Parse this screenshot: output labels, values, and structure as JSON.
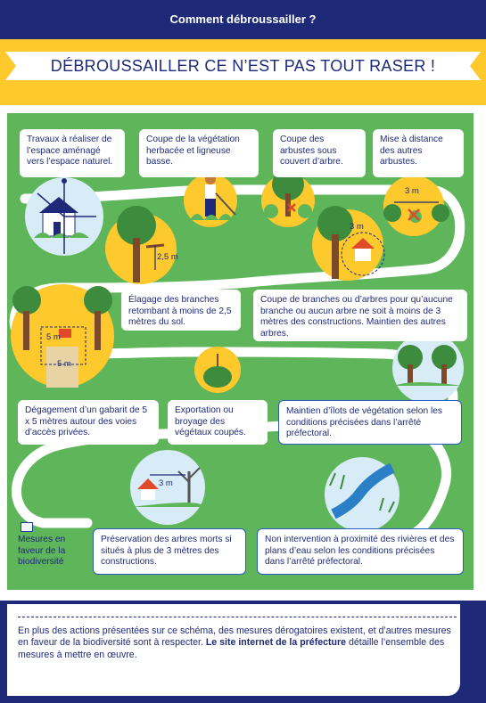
{
  "header": {
    "title": "Comment débroussailler ?"
  },
  "banner": {
    "text": "DÉBROUSSAILLER CE N’EST PAS TOUT RASER !"
  },
  "steps": {
    "s1": "Travaux à réaliser de l’espace aménagé vers l’espace naturel.",
    "s2": "Coupe de la végétation herbacée et ligneuse basse.",
    "s3": "Coupe des arbustes sous couvert d’arbre.",
    "s4": "Mise à distance des autres arbustes.",
    "s5": "Élagage des branches retombant à moins de 2,5 mètres du sol.",
    "s6": "Coupe de branches ou d’arbres pour qu’aucune branche ou aucun arbre ne soit à moins de 3 mètres des constructions. Maintien des autres arbres.",
    "s7": "Dégagement d’un gabarit de 5 x 5 mètres autour des voies d’accès privées.",
    "s8": "Exportation ou broyage des végétaux coupés.",
    "s9": "Maintien d’îlots de végétation selon les conditions précisées dans l’arrêté préfectoral.",
    "s10": "Préservation des arbres morts si situés à plus de 3 mètres des constructions.",
    "s11": "Non intervention à proximité des rivières et des plans d’eau selon les conditions précisées dans l’arrêté préfectoral."
  },
  "measures": {
    "m3a": "3 m",
    "m3b": "3 m",
    "m25": "2,5 m",
    "m5a": "5 m",
    "m5b": "5 m",
    "m3c": "3 m"
  },
  "legend": {
    "text": "Mesures en faveur de la biodiversité"
  },
  "footer": {
    "part1": "En plus des actions présentées sur ce schéma, des mesures dérogatoires existent, et d’autres mesures en faveur de la biodiversité sont à respecter. ",
    "bold": "Le site internet de la préfecture",
    "part2": " détaille l’ensemble des mesures à mettre en œuvre."
  },
  "colors": {
    "navy": "#1e2a78",
    "yellow": "#fdc92d",
    "green": "#5fb55a",
    "blue_border": "#2a5bbf"
  }
}
